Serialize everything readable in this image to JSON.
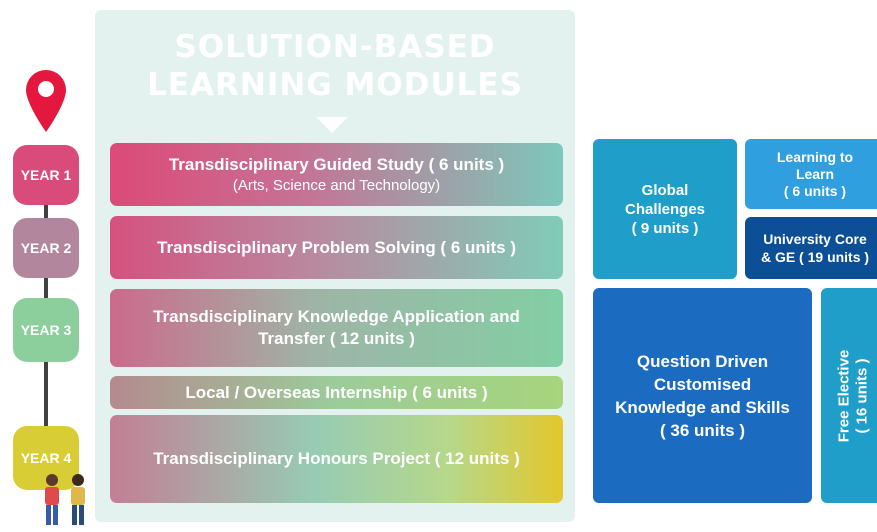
{
  "title": {
    "line1": "SOLUTION-BASED",
    "line2": "LEARNING MODULES"
  },
  "timeline": {
    "years": [
      "YEAR 1",
      "YEAR 2",
      "YEAR 3",
      "YEAR 4"
    ],
    "pin_icon": "map-pin-icon",
    "illustration": "students-illustration"
  },
  "modules": [
    {
      "label": "Transdisciplinary Guided Study ( 6 units )",
      "sub": "(Arts, Science and Technology)"
    },
    {
      "label": "Transdisciplinary Problem Solving ( 6 units )"
    },
    {
      "label": "Transdisciplinary Knowledge Application and",
      "label2": "Transfer ( 12 units )"
    },
    {
      "label": "Local / Overseas Internship ( 6 units )"
    },
    {
      "label": "Transdisciplinary Honours Project ( 12 units )"
    }
  ],
  "blocks": {
    "global": {
      "l1": "Global",
      "l2": "Challenges",
      "l3": "( 9 units )"
    },
    "learning": {
      "l1": "Learning to",
      "l2": "Learn",
      "l3": "( 6 units )"
    },
    "core": {
      "l1": "University Core",
      "l2": "& GE ( 19 units )"
    },
    "question": {
      "l1": "Question Driven",
      "l2": "Customised",
      "l3": "Knowledge and Skills",
      "l4": "( 36 units )"
    },
    "free": {
      "l1": "Free Elective",
      "l2": "( 16 units )"
    }
  },
  "colors": {
    "panel": "#e3f2ef",
    "year1": "#d94b7a",
    "year4": "#d9cd36",
    "blue_dark": "#0d4f96",
    "blue_mid": "#1b6cc0",
    "blue_light": "#1e9ec8"
  }
}
